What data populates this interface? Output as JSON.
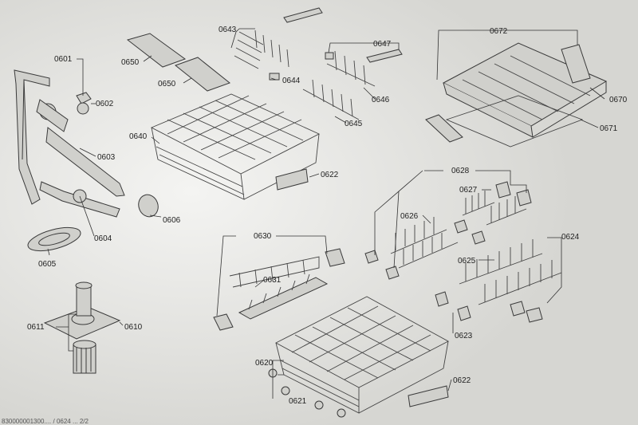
{
  "labels": {
    "p0601": "0601",
    "p0602": "0602",
    "p0603": "0603",
    "p0604": "0604",
    "p0605": "0605",
    "p0606": "0606",
    "p0610": "0610",
    "p0611": "0611",
    "p0620": "0620",
    "p0621": "0621",
    "p0622a": "0622",
    "p0622b": "0622",
    "p0623": "0623",
    "p0624": "0624",
    "p0625": "0625",
    "p0626": "0626",
    "p0627": "0627",
    "p0628": "0628",
    "p0630": "0630",
    "p0631": "0631",
    "p0640": "0640",
    "p0643": "0643",
    "p0644": "0644",
    "p0645": "0645",
    "p0646": "0646",
    "p0647": "0647",
    "p0650a": "0650",
    "p0650b": "0650",
    "p0670": "0670",
    "p0671": "0671",
    "p0672": "0672"
  },
  "footer_text": "830000001300.... / 0624 ... 2/2"
}
